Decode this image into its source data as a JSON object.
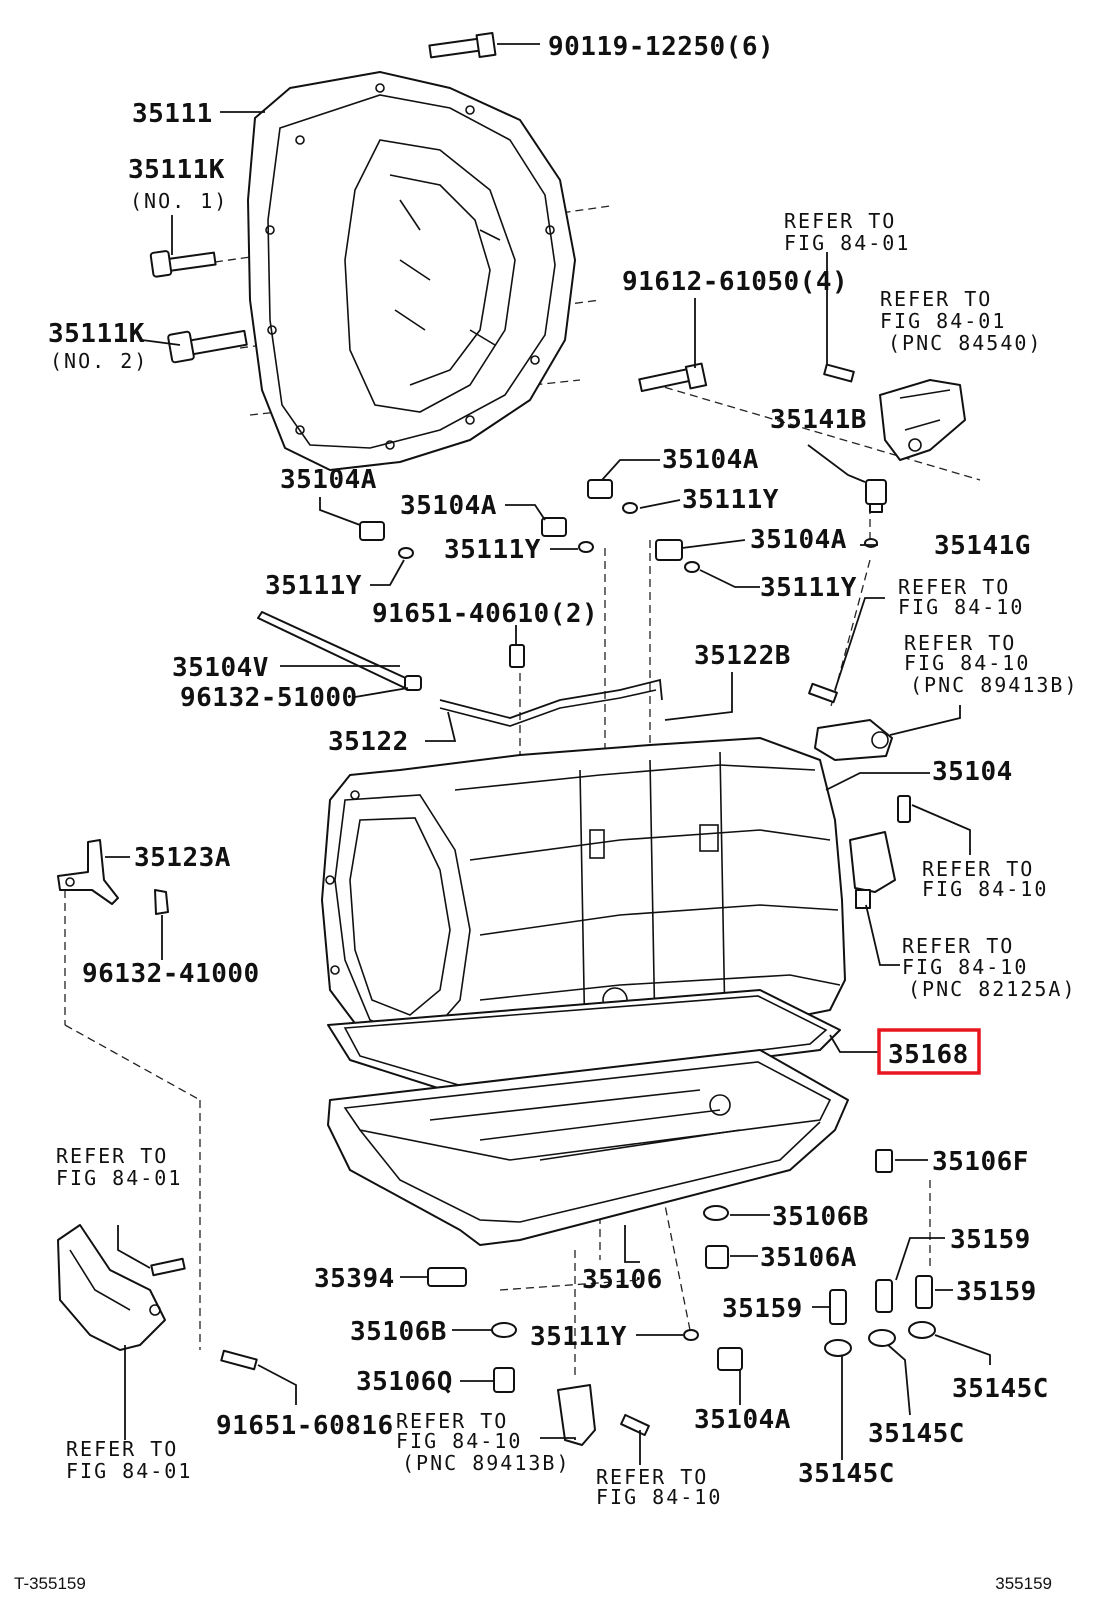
{
  "labels": {
    "p90119": "90119-12250(6)",
    "p35111": "35111",
    "p35111K_1": "35111K",
    "no1": "(NO. 1)",
    "p35111K_2": "35111K",
    "no2": "(NO. 2)",
    "p91612": "91612-61050(4)",
    "p35141B": "35141B",
    "p35104A_a": "35104A",
    "p35104A_b": "35104A",
    "p35104A_c": "35104A",
    "p35104A_d": "35104A",
    "p35104A_e": "35104A",
    "p35111Y_a": "35111Y",
    "p35111Y_b": "35111Y",
    "p35111Y_c": "35111Y",
    "p35111Y_d": "35111Y",
    "p35111Y_e": "35111Y",
    "p35141G": "35141G",
    "p91651_40610": "91651-40610(2)",
    "p35104V": "35104V",
    "p96132_51000": "96132-51000",
    "p35122B": "35122B",
    "p35122": "35122",
    "p35104": "35104",
    "p35123A": "35123A",
    "p96132_41000": "96132-41000",
    "p35168": "35168",
    "p35106F": "35106F",
    "p35106B_a": "35106B",
    "p35106A": "35106A",
    "p35159_a": "35159",
    "p35159_b": "35159",
    "p35159_c": "35159",
    "p35394": "35394",
    "p35106": "35106",
    "p35106B_b": "35106B",
    "p35106Q": "35106Q",
    "p35145C_a": "35145C",
    "p35145C_b": "35145C",
    "p35145C_c": "35145C",
    "p91651_60816": "91651-60816"
  },
  "refer_notes": {
    "refer_to": "REFER TO",
    "fig_84_01": "FIG 84-01",
    "fig_84_10": "FIG 84-10",
    "pnc_84540": "(PNC 84540)",
    "pnc_89413B": "(PNC 89413B)",
    "pnc_82125A": "(PNC 82125A)"
  },
  "footer": {
    "left": "T-355159",
    "right": "355159"
  },
  "highlight": {
    "part": "35168",
    "color": "#e8161e"
  }
}
